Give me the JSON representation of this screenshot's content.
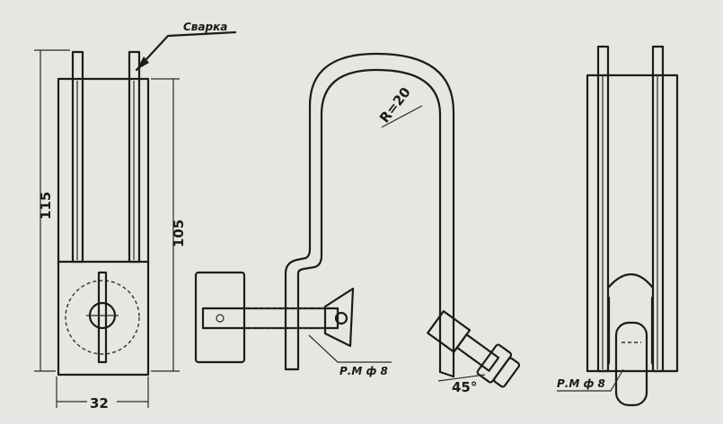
{
  "labels": {
    "weld": "Сварка",
    "height_115": "115",
    "height_105": "105",
    "width_32": "32",
    "radius": "R=20",
    "angle": "45°",
    "bolt_left": "Р.М ф 8",
    "bolt_right": "Р.М ф 8"
  },
  "colors": {
    "paper": "#e6e6e2",
    "ink": "#1c1c1c"
  }
}
